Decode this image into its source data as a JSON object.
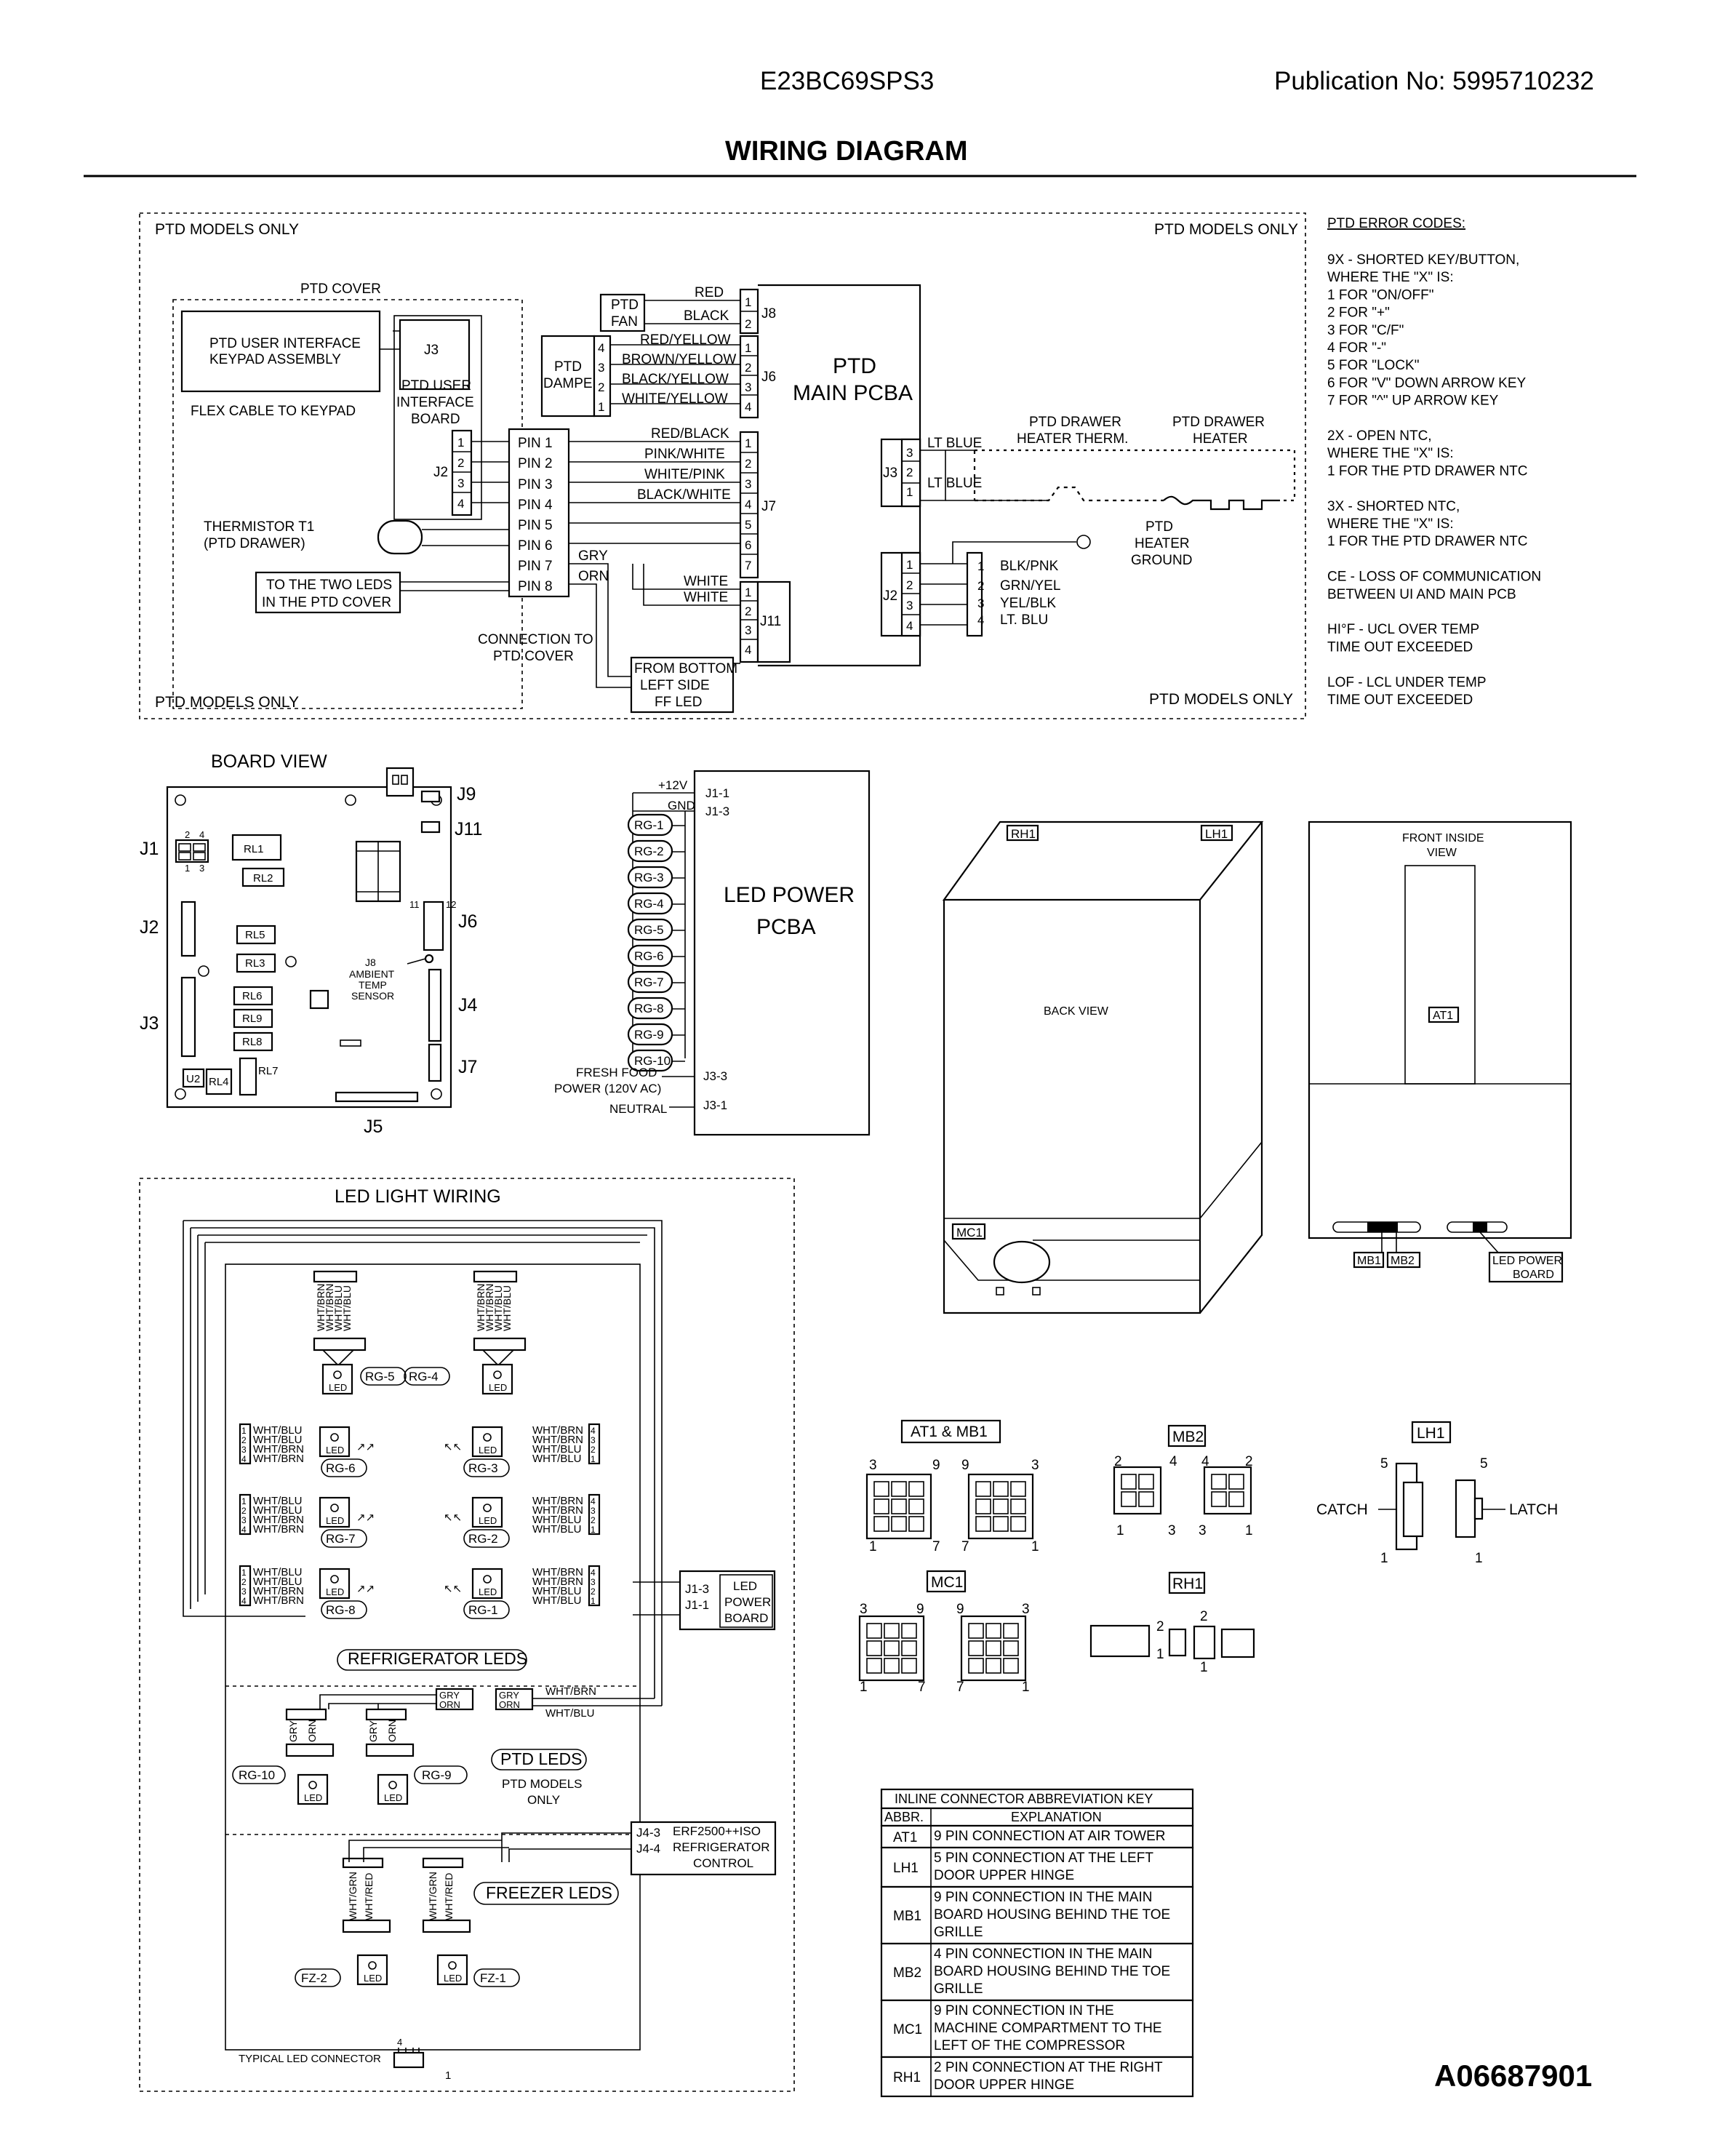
{
  "header": {
    "model": "E23BC69SPS3",
    "publication": "Publication No:  5995710232",
    "title": "WIRING DIAGRAM",
    "part_number": "A06687901"
  },
  "ptd": {
    "models_only": "PTD MODELS ONLY",
    "cover": "PTD COVER",
    "ui_keypad_1": "PTD USER INTERFACE",
    "ui_keypad_2": "KEYPAD ASSEMBLY",
    "flex": "FLEX CABLE TO KEYPAD",
    "ui_board_1": "PTD USER",
    "ui_board_2": "INTERFACE",
    "ui_board_3": "BOARD",
    "j3": "J3",
    "j2": "J2",
    "therm_1": "THERMISTOR T1",
    "therm_2": "(PTD DRAWER)",
    "leds_1": "TO THE TWO LEDS",
    "leds_2": "IN THE PTD COVER",
    "conn_1": "CONNECTION TO",
    "conn_2": "PTD COVER",
    "pins": [
      "PIN 1",
      "PIN 2",
      "PIN 3",
      "PIN 4",
      "PIN 5",
      "PIN 6",
      "PIN 7",
      "PIN 8"
    ],
    "fan_1": "PTD",
    "fan_2": "FAN",
    "damper_1": "PTD",
    "damper_2": "DAMPER",
    "j8": "J8",
    "j6": "J6",
    "j7": "J7",
    "j11": "J11",
    "main_1": "PTD",
    "main_2": "MAIN PCBA",
    "wires_j8": [
      "RED",
      "BLACK"
    ],
    "wires_j6": [
      "RED/YELLOW",
      "BROWN/YELLOW",
      "BLACK/YELLOW",
      "WHITE/YELLOW"
    ],
    "wires_j7": [
      "RED/BLACK",
      "PINK/WHITE",
      "WHITE/PINK",
      "BLACK/WHITE"
    ],
    "gry": "GRY",
    "orn": "ORN",
    "white": "WHITE",
    "bottom_1": "FROM BOTTOM",
    "bottom_2": "LEFT SIDE",
    "bottom_3": "FF LED",
    "lt_blue": "LT BLUE",
    "therm_heat_1": "PTD DRAWER",
    "therm_heat_2": "HEATER THERM.",
    "heater_1": "PTD DRAWER",
    "heater_2": "HEATER",
    "ground_1": "PTD",
    "ground_2": "HEATER",
    "ground_3": "GROUND",
    "j2_wires": [
      "BLK/PNK",
      "GRN/YEL",
      "YEL/BLK",
      "LT. BLU"
    ]
  },
  "errors": {
    "title": "PTD ERROR CODES:",
    "lines": [
      "9X - SHORTED KEY/BUTTON,",
      "        WHERE THE \"X\" IS:",
      "  1 FOR \"ON/OFF\"",
      "  2 FOR \"+\"",
      "  3 FOR \"C/F\"",
      "  4 FOR \"-\"",
      "  5 FOR \"LOCK\"",
      "  6 FOR \"V\" DOWN ARROW KEY",
      "  7 FOR \"^\" UP ARROW KEY",
      "",
      "2X - OPEN NTC,",
      "        WHERE THE \"X\" IS:",
      "  1 FOR THE PTD DRAWER NTC",
      "",
      "3X - SHORTED NTC,",
      "        WHERE THE \"X\" IS:",
      "  1 FOR THE PTD DRAWER NTC",
      "",
      "CE - LOSS OF COMMUNICATION",
      "        BETWEEN UI AND MAIN PCB",
      "",
      "HI°F - UCL OVER TEMP",
      "        TIME OUT EXCEEDED",
      "",
      "LOF - LCL UNDER TEMP",
      "        TIME OUT EXCEEDED"
    ]
  },
  "board": {
    "title": "BOARD VIEW",
    "j1": "J1",
    "j2": "J2",
    "j3": "J3",
    "j4": "J4",
    "j5": "J5",
    "j6": "J6",
    "j7": "J7",
    "j9": "J9",
    "j11": "J11",
    "relays": [
      "RL1",
      "RL2",
      "RL5",
      "RL3",
      "RL6",
      "RL9",
      "RL8",
      "RL4",
      "RL7"
    ],
    "u2": "U2",
    "j8_1": "J8",
    "j8_2": "AMBIENT",
    "j8_3": "TEMP",
    "j8_4": "SENSOR"
  },
  "led_power": {
    "title_1": "LED POWER",
    "title_2": "PCBA",
    "v12": "+12V",
    "gnd": "GND",
    "j11": "J1-1",
    "j13": "J1-3",
    "j33": "J3-3",
    "j31": "J3-1",
    "ff_1": "FRESH FOOD",
    "ff_2": "POWER (120V AC)",
    "neutral": "NEUTRAL",
    "rg": [
      "RG-1",
      "RG-2",
      "RG-3",
      "RG-4",
      "RG-5",
      "RG-6",
      "RG-7",
      "RG-8",
      "RG-9",
      "RG-10"
    ]
  },
  "back_view": {
    "label": "BACK VIEW",
    "rh1": "RH1",
    "lh1": "LH1",
    "mc1": "MC1"
  },
  "front_view": {
    "label_1": "FRONT INSIDE",
    "label_2": "VIEW",
    "at1": "AT1",
    "mb1": "MB1",
    "mb2": "MB2",
    "lpb_1": "LED POWER",
    "lpb_2": "BOARD"
  },
  "led_wiring": {
    "title": "LED LIGHT WIRING",
    "ref_leds": "REFRIGERATOR LEDS",
    "ptd_leds": "PTD LEDS",
    "ptd_models_1": "PTD MODELS",
    "ptd_models_2": "ONLY",
    "freezer_leds": "FREEZER LEDS",
    "led": "LED",
    "rg": [
      "RG-5",
      "RG-4",
      "RG-6",
      "RG-3",
      "RG-7",
      "RG-2",
      "RG-8",
      "RG-1",
      "RG-10",
      "RG-9"
    ],
    "fz": [
      "FZ-2",
      "FZ-1"
    ],
    "left_wires": [
      "WHT/BLU",
      "WHT/BLU",
      "WHT/BRN",
      "WHT/BRN"
    ],
    "right_wires": [
      "WHT/BRN",
      "WHT/BRN",
      "WHT/BLU",
      "WHT/BLU"
    ],
    "top_wires": [
      "WHT/BRN",
      "WHT/BRN",
      "WHT/BLU",
      "WHT/BLU"
    ],
    "j13": "J1-3",
    "j11": "J1-1",
    "lpb_1": "LED",
    "lpb_2": "POWER",
    "lpb_3": "BOARD",
    "gry": "GRY",
    "orn": "ORN",
    "wht_brn": "WHT/BRN",
    "wht_blu": "WHT/BLU",
    "j43": "J4-3",
    "j44": "J4-4",
    "ctrl_1": "ERF2500++ISO",
    "ctrl_2": "REFRIGERATOR",
    "ctrl_3": "CONTROL",
    "fz_wires": [
      "WHT/GRN",
      "WHT/RED"
    ],
    "typical": "TYPICAL LED CONNECTOR"
  },
  "connectors": {
    "at1mb1": "AT1 & MB1",
    "mb2": "MB2",
    "lh1": "LH1",
    "mc1": "MC1",
    "rh1": "RH1",
    "catch": "CATCH",
    "latch": "LATCH"
  },
  "abbrev_table": {
    "title": "INLINE CONNECTOR ABBREVIATION KEY",
    "col1": "ABBR.",
    "col2": "EXPLANATION",
    "rows": [
      {
        "abbr": "AT1",
        "lines": [
          "9 PIN CONNECTION AT AIR TOWER"
        ]
      },
      {
        "abbr": "LH1",
        "lines": [
          "5 PIN CONNECTION AT THE LEFT",
          "DOOR UPPER HINGE"
        ]
      },
      {
        "abbr": "MB1",
        "lines": [
          "9 PIN CONNECTION IN THE MAIN",
          "BOARD HOUSING BEHIND THE TOE",
          "GRILLE"
        ]
      },
      {
        "abbr": "MB2",
        "lines": [
          "4 PIN CONNECTION IN THE MAIN",
          "BOARD HOUSING BEHIND THE TOE",
          "GRILLE"
        ]
      },
      {
        "abbr": "MC1",
        "lines": [
          "9 PIN CONNECTION IN THE",
          "MACHINE COMPARTMENT TO THE",
          "LEFT OF THE COMPRESSOR"
        ]
      },
      {
        "abbr": "RH1",
        "lines": [
          "2 PIN CONNECTION AT THE RIGHT",
          "DOOR UPPER HINGE"
        ]
      }
    ]
  }
}
